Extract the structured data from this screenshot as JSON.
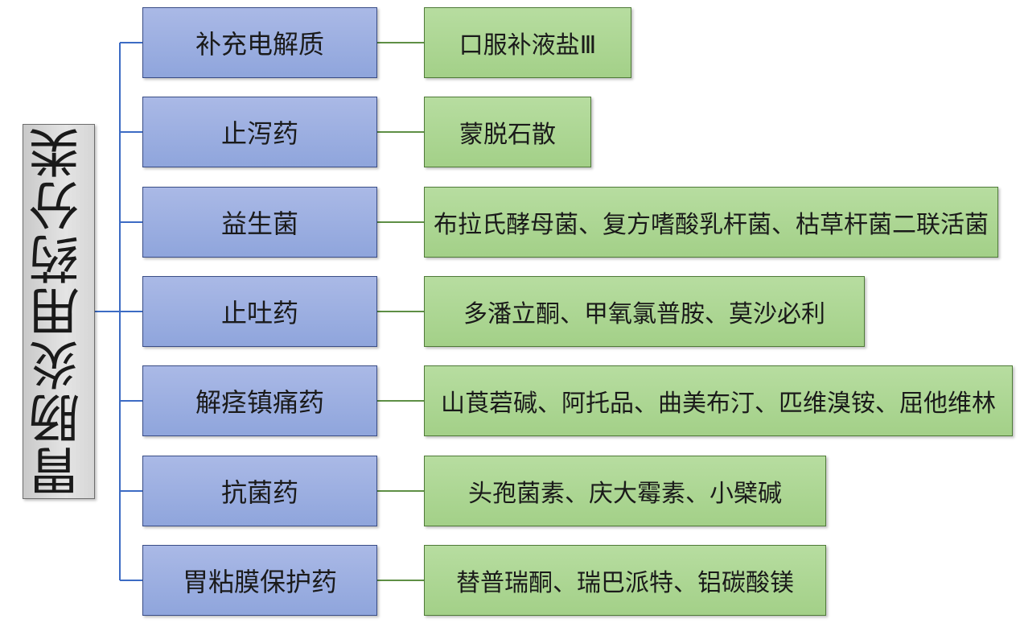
{
  "root": {
    "label": "胃肠炎用药分类"
  },
  "categories": [
    {
      "label": "补充电解质",
      "drugs": "口服补液盐Ⅲ"
    },
    {
      "label": "止泻药",
      "drugs": "蒙脱石散"
    },
    {
      "label": "益生菌",
      "drugs": "布拉氏酵母菌、复方嗜酸乳杆菌、枯草杆菌二联活菌"
    },
    {
      "label": "止吐药",
      "drugs": "多潘立酮、甲氧氯普胺、莫沙必利"
    },
    {
      "label": "解痉镇痛药",
      "drugs": "山莨菪碱、阿托品、曲美布汀、匹维溴铵、屈他维林"
    },
    {
      "label": "抗菌药",
      "drugs": "头孢菌素、庆大霉素、小檗碱"
    },
    {
      "label": "胃粘膜保护药",
      "drugs": "替普瑞酮、瑞巴派特、铝碳酸镁"
    }
  ],
  "colors": {
    "root_fill": "#d6d6d6",
    "category_fill": "#9aaee0",
    "drug_fill": "#abd591",
    "root_connector": "#3c6bc4",
    "drug_connector": "#5e8f45"
  }
}
